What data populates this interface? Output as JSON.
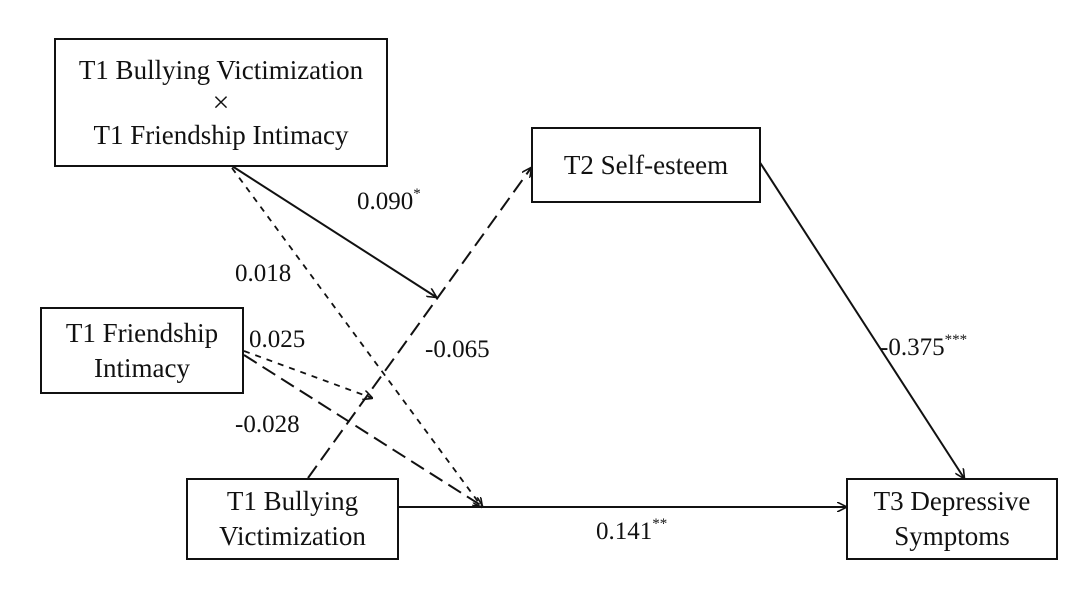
{
  "nodes": {
    "interaction": {
      "line1": "T1 Bullying Victimization",
      "times": "×",
      "line2": "T1 Friendship Intimacy"
    },
    "friendship": {
      "line1": "T1 Friendship",
      "line2": "Intimacy"
    },
    "bullying": {
      "line1": "T1 Bullying",
      "line2": "Victimization"
    },
    "self_esteem": {
      "label": "T2 Self-esteem"
    },
    "depressive": {
      "line1": "T3 Depressive",
      "line2": "Symptoms"
    }
  },
  "paths": {
    "interaction_moderation": {
      "value": "0.090",
      "sig": "*"
    },
    "interaction_to_depressive": {
      "value": "0.018",
      "sig": ""
    },
    "bullying_to_self_esteem": {
      "value": "-0.065",
      "sig": ""
    },
    "friendship_moderation": {
      "value": "0.025",
      "sig": ""
    },
    "friendship_to_depressive": {
      "value": "-0.028",
      "sig": ""
    },
    "self_esteem_to_depressive": {
      "value": "-0.375",
      "sig": "***"
    },
    "bullying_to_depressive": {
      "value": "0.141",
      "sig": "**"
    }
  }
}
